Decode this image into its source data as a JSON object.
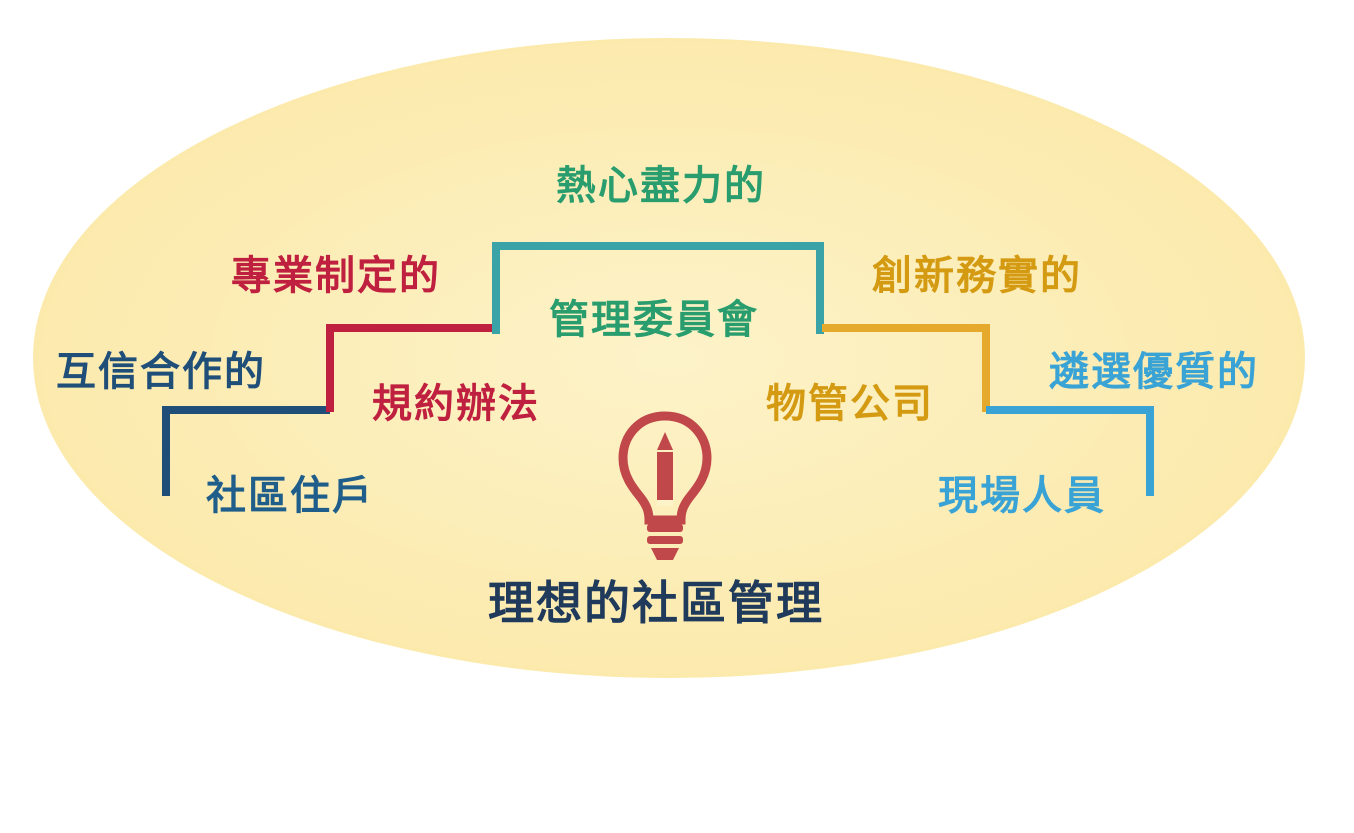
{
  "colors": {
    "navy": "#1f4e79",
    "crimson": "#c0203f",
    "teal": "#3aa39a",
    "teal_text": "#2a9d6e",
    "amber": "#e5a92b",
    "amber_text": "#d39a12",
    "sky": "#3aa3d6",
    "bulb": "#c0474a",
    "title": "#1f3a5a"
  },
  "steps": [
    {
      "adjective": "互信合作的",
      "role": "社區住戶"
    },
    {
      "adjective": "專業制定的",
      "role": "規約辦法"
    },
    {
      "adjective": "熱心盡力的",
      "role": "管理委員會"
    },
    {
      "adjective": "創新務實的",
      "role": "物管公司"
    },
    {
      "adjective": "遴選優質的",
      "role": "現場人員"
    }
  ],
  "center": {
    "icon": "lightbulb-pencil-icon",
    "title": "理想的社區管理"
  }
}
